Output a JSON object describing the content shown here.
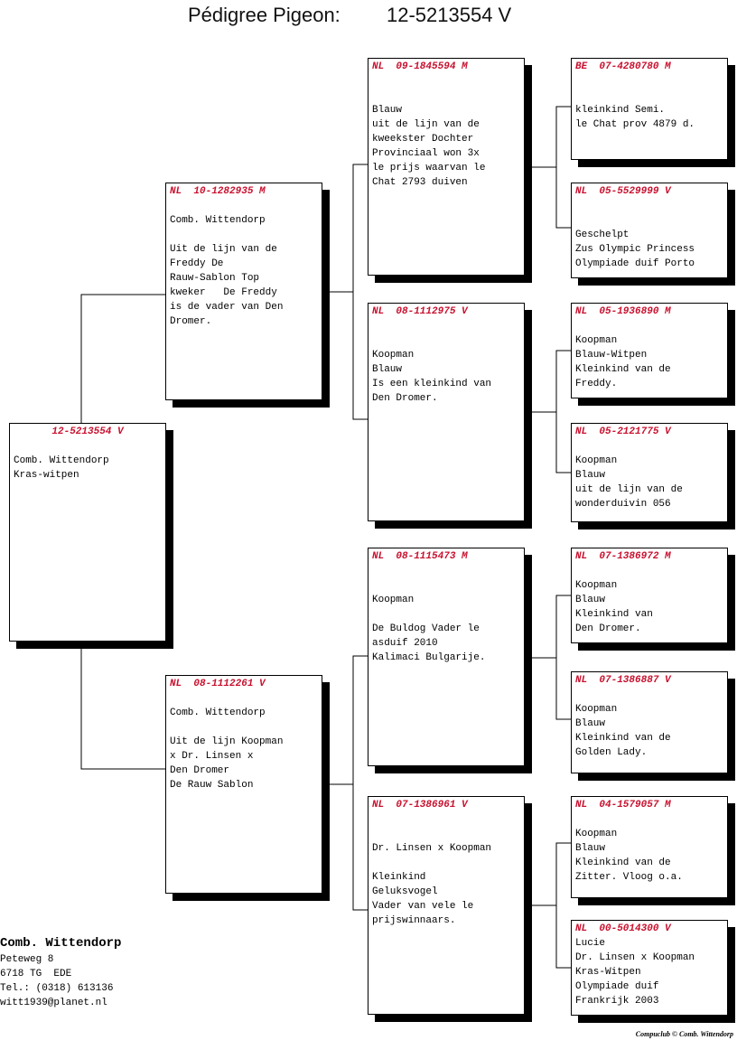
{
  "title": {
    "label": "Pédigree Pigeon:",
    "ring": "12-5213554 V"
  },
  "main": {
    "header": "12-5213554 V",
    "lines": [
      "Comb. Wittendorp",
      "Kras-witpen"
    ]
  },
  "parents": [
    {
      "header": "NL  10-1282935 M",
      "lines": [
        "Comb. Wittendorp",
        "",
        "Uit de lijn van de",
        "Freddy De",
        "Rauw-Sablon Top",
        "kweker   De Freddy",
        "is de vader van Den",
        "Dromer."
      ]
    },
    {
      "header": "NL  08-1112261 V",
      "lines": [
        "Comb. Wittendorp",
        "",
        "Uit de lijn Koopman",
        "x Dr. Linsen x",
        "Den Dromer",
        "De Rauw Sablon"
      ]
    }
  ],
  "grandparents": [
    {
      "header": "NL  09-1845594 M",
      "lines": [
        "",
        "Blauw",
        "uit de lijn van de",
        "kweekster Dochter",
        "Provinciaal won 3x",
        "le prijs waarvan le",
        "Chat 2793 duiven"
      ]
    },
    {
      "header": "NL  08-1112975 V",
      "lines": [
        "",
        "Koopman",
        "Blauw",
        "Is een kleinkind van",
        "Den Dromer."
      ]
    },
    {
      "header": "NL  08-1115473 M",
      "lines": [
        "",
        "Koopman",
        "",
        "De Buldog Vader le",
        "asduif 2010",
        "Kalimaci Bulgarije."
      ]
    },
    {
      "header": "NL  07-1386961 V",
      "lines": [
        "",
        "Dr. Linsen x Koopman",
        "",
        "Kleinkind",
        "Geluksvogel",
        "Vader van vele le",
        "prijswinnaars."
      ]
    }
  ],
  "great_grandparents": [
    {
      "header": "BE  07-4280780 M",
      "lines": [
        "",
        "",
        "kleinkind Semi.",
        "le Chat prov 4879 d."
      ]
    },
    {
      "header": "NL  05-5529999 V",
      "lines": [
        "",
        "",
        "Geschelpt",
        "Zus Olympic Princess",
        "Olympiade duif Porto"
      ]
    },
    {
      "header": "NL  05-1936890 M",
      "lines": [
        "",
        "Koopman",
        "Blauw-Witpen",
        "Kleinkind van de",
        "Freddy."
      ]
    },
    {
      "header": "NL  05-2121775 V",
      "lines": [
        "",
        "Koopman",
        "Blauw",
        "uit de lijn van de",
        "wonderduivin 056"
      ]
    },
    {
      "header": "NL  07-1386972 M",
      "lines": [
        "",
        "Koopman",
        "Blauw",
        "Kleinkind van",
        "Den Dromer."
      ]
    },
    {
      "header": "NL  07-1386887 V",
      "lines": [
        "",
        "Koopman",
        "Blauw",
        "Kleinkind van de",
        "Golden Lady."
      ]
    },
    {
      "header": "NL  04-1579057 M",
      "lines": [
        "",
        "Koopman",
        "Blauw",
        "Kleinkind van de",
        "Zitter. Vloog o.a."
      ]
    },
    {
      "header": "NL  00-5014300 V",
      "lines": [
        "Lucie",
        "Dr. Linsen x Koopman",
        "Kras-Witpen",
        "Olympiade duif",
        "Frankrijk 2003"
      ]
    }
  ],
  "owner": {
    "name": "Comb. Wittendorp",
    "lines": [
      "Peteweg 8",
      "6718 TG  EDE",
      "Tel.: (0318) 613136",
      "witt1939@planet.nl"
    ]
  },
  "credit": "Compuclub © Comb. Wittendorp",
  "colors": {
    "ring_header": "#c8102e",
    "shadow": "#000000"
  }
}
